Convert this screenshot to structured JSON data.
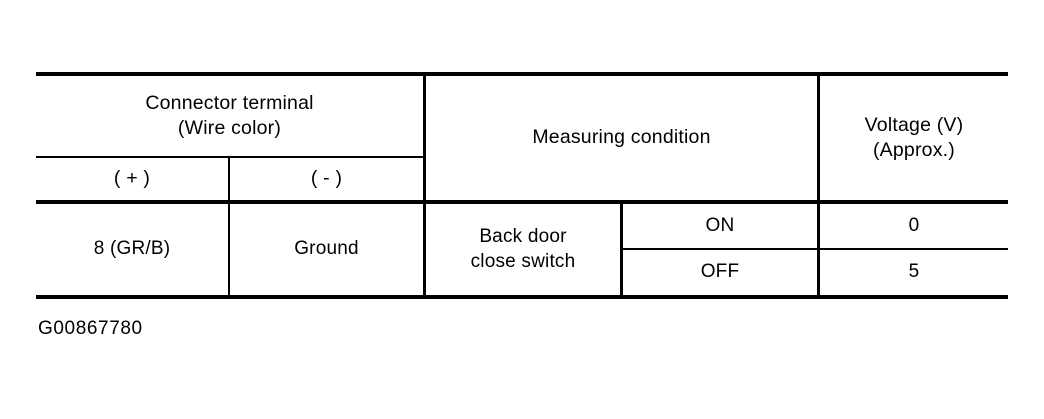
{
  "document": {
    "type": "wiring-inspection-table",
    "caption": "G00867780"
  },
  "table": {
    "headers": {
      "connector_terminal": "Connector terminal\n(Wire color)",
      "connector_positive": "( + )",
      "connector_negative": "( - )",
      "measuring_condition": "Measuring condition",
      "voltage": "Voltage (V)\n(Approx.)"
    },
    "rows": [
      {
        "terminal_positive": "8 (GR/B)",
        "terminal_negative": "Ground",
        "condition": "Back door\nclose switch",
        "states": [
          {
            "state": "ON",
            "voltage": "0"
          },
          {
            "state": "OFF",
            "voltage": "5"
          }
        ]
      }
    ]
  },
  "colors": {
    "ink": "#000000",
    "paper": "#ffffff"
  }
}
